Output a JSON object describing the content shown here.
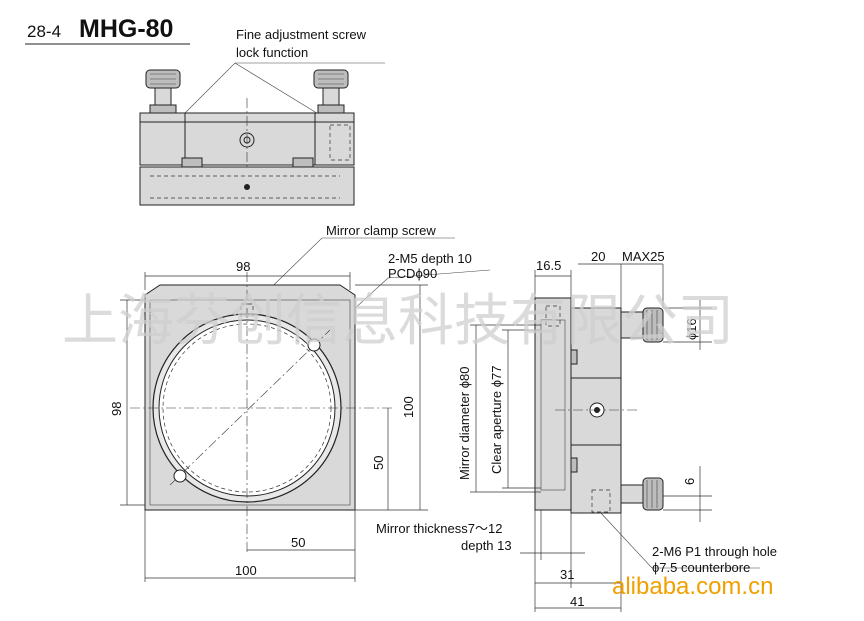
{
  "header": {
    "prefix": "28-4",
    "model": "MHG-80"
  },
  "callouts": {
    "fine_adjust_line1": "Fine adjustment screw",
    "fine_adjust_line2": "lock function",
    "mirror_clamp": "Mirror clamp screw",
    "m5_line1": "2-M5 depth 10",
    "m5_line2": "PCDϕ90",
    "mirror_thickness": "Mirror thickness7～12",
    "depth13": "depth 13",
    "m6_line1": "2-M6 P1 through hole",
    "m6_line2": "ϕ7.5 counterbore",
    "mirror_diameter": "Mirror diameter ϕ80",
    "clear_aperture": "Clear aperture ϕ77"
  },
  "dimensions": {
    "front_top_width": "98",
    "front_left_height": "98",
    "front_right_height": "100",
    "front_half_height": "50",
    "front_half_width": "50",
    "front_bottom_width": "100",
    "side_16_5": "16.5",
    "side_20": "20",
    "side_max25": "MAX25",
    "side_dia16": "ϕ16",
    "side_6": "6",
    "side_31": "31",
    "side_41": "41"
  },
  "watermark": {
    "company": "上海芬创信息科技有限公司",
    "site": "alibaba.com.cn"
  },
  "colors": {
    "ink": "#111111",
    "body": "#d9d9d9",
    "watermark": "#cfcfcf",
    "site": "#f0a000"
  }
}
